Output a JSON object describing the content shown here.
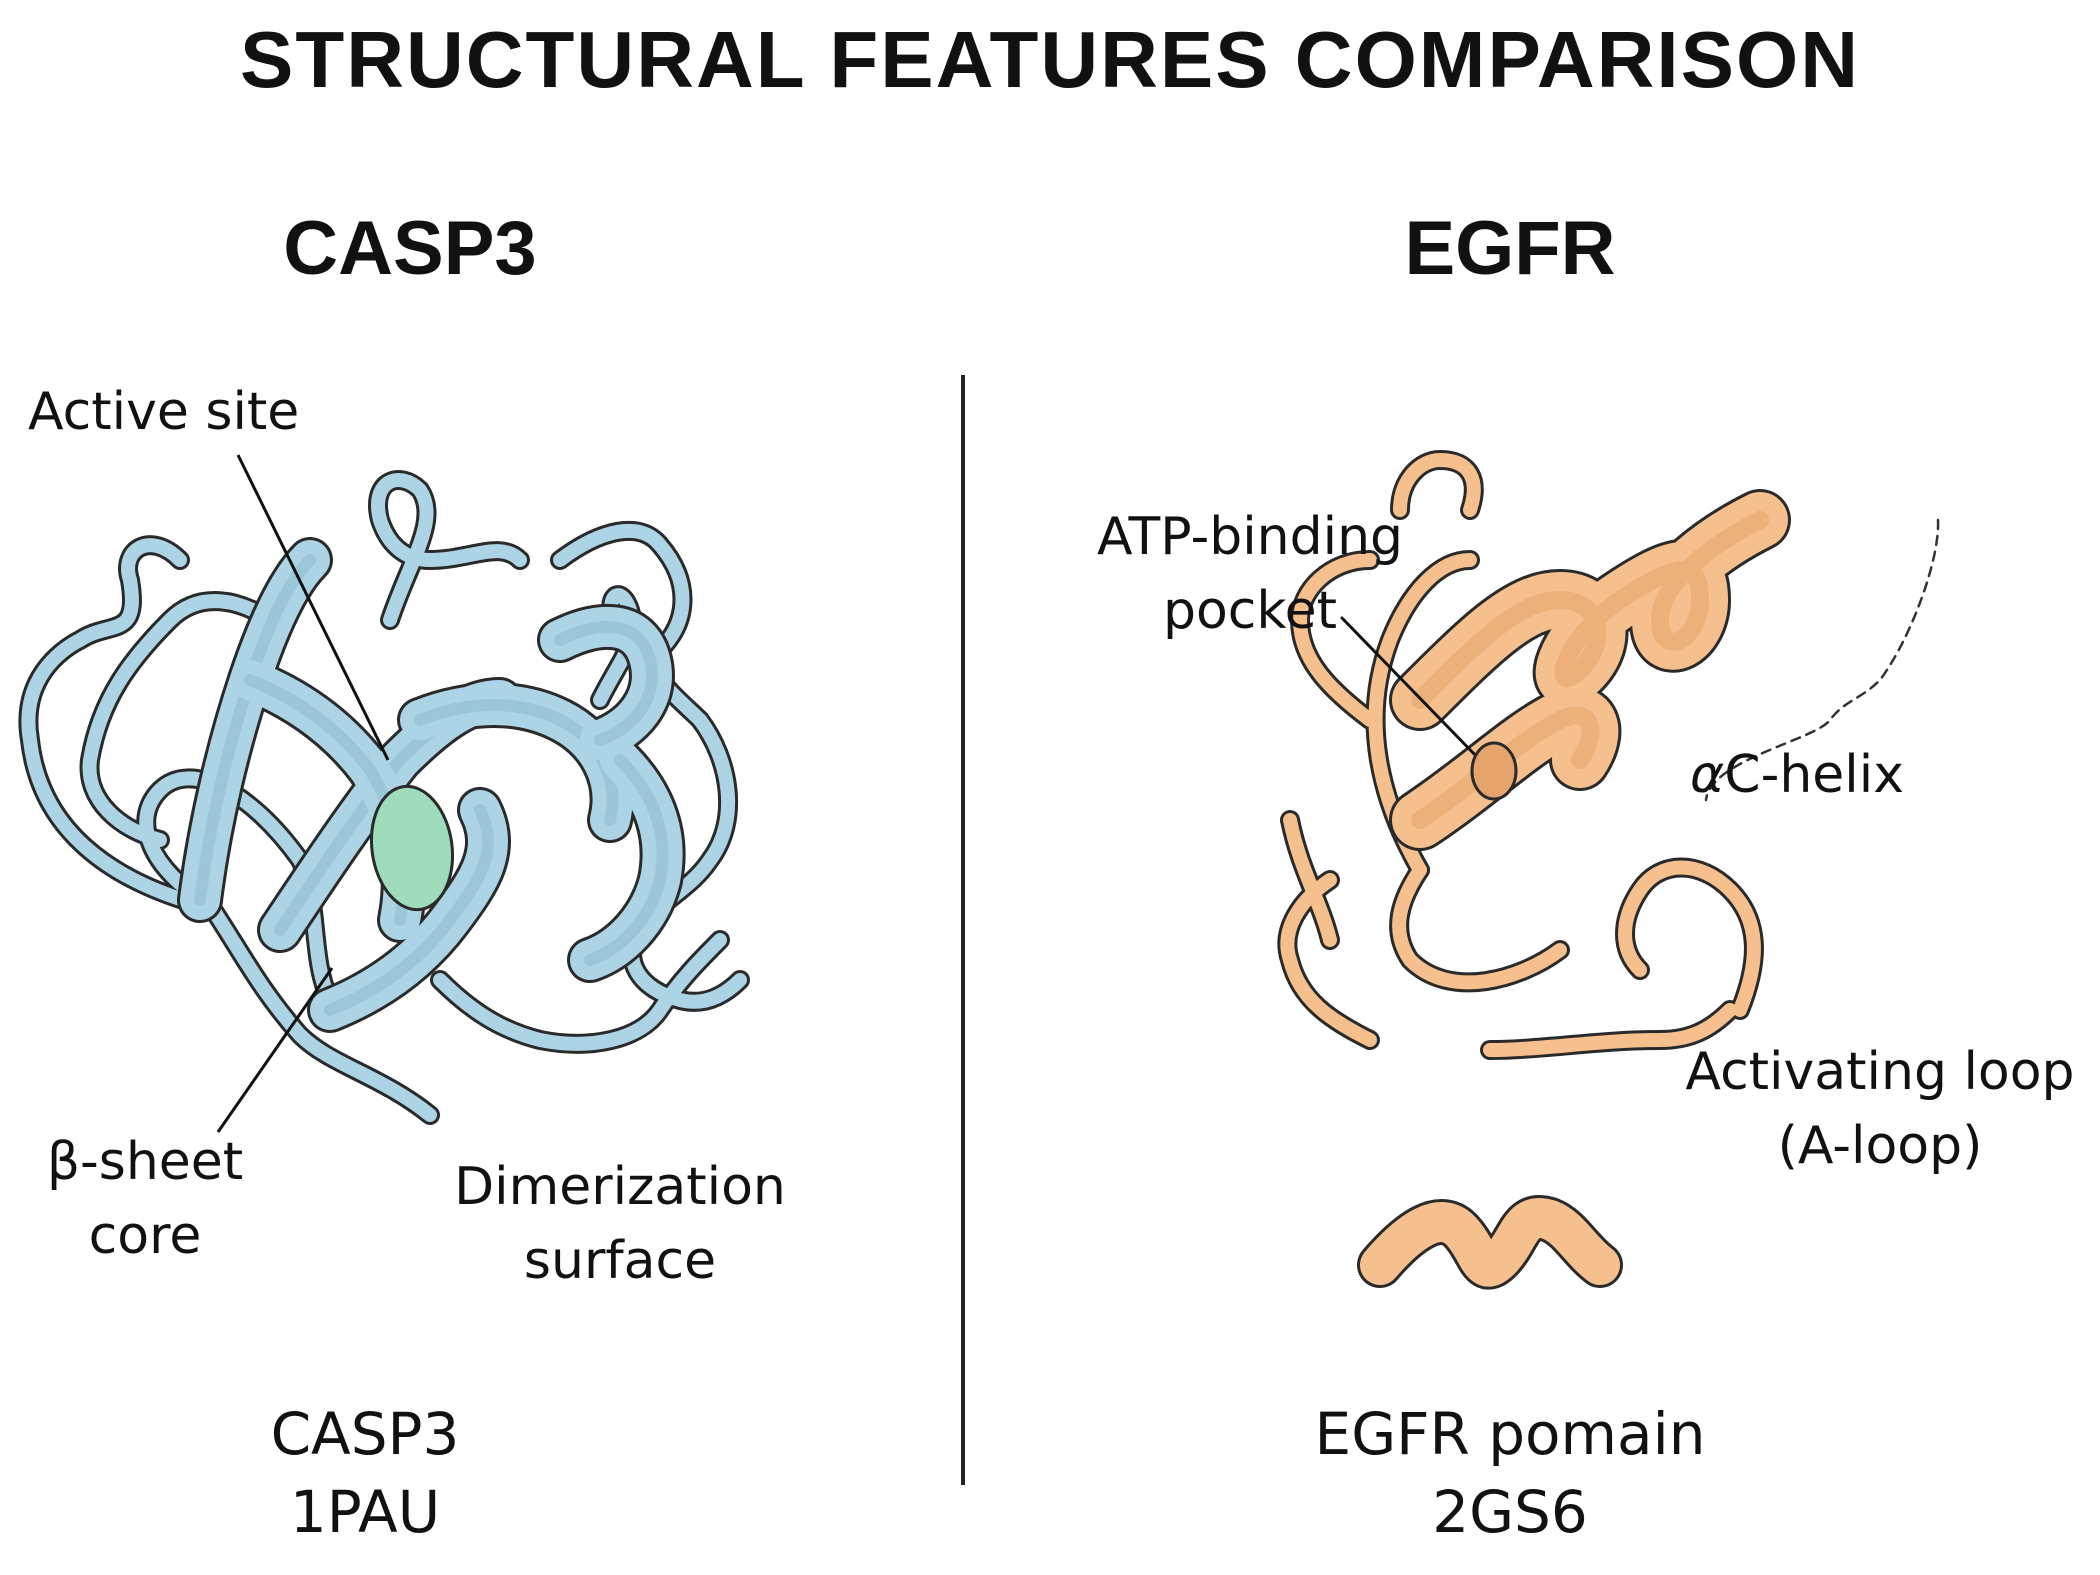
{
  "title": "STRUCTURAL FEATURES COMPARISON",
  "colors": {
    "casp3_ribbon": "#acd4e4",
    "casp3_ribbon_dark": "#8ebcd0",
    "active_site": "#9edcbc",
    "egfr_ribbon": "#f6c08e",
    "egfr_ribbon_dark": "#e4a46c",
    "outline": "#2a2a2a"
  },
  "left_panel": {
    "heading": "CASP3",
    "annotations": {
      "active_site": "Active site",
      "beta_sheet_core": [
        "β-sheet",
        "core"
      ],
      "dimerization_surface": [
        "Dimerization",
        "surface"
      ]
    },
    "caption": {
      "name": "CASP3",
      "pdb_id": "1PAU"
    }
  },
  "right_panel": {
    "heading": "EGFR",
    "annotations": {
      "atp_binding_pocket": [
        "ATP-binding",
        "pocket"
      ],
      "alpha_c_helix_symbol": "α",
      "alpha_c_helix_text": "C-helix",
      "activating_loop": [
        "Activating loop",
        "(A-loop)"
      ]
    },
    "caption": {
      "name": "EGFR pomain",
      "pdb_id": "2GS6"
    }
  }
}
